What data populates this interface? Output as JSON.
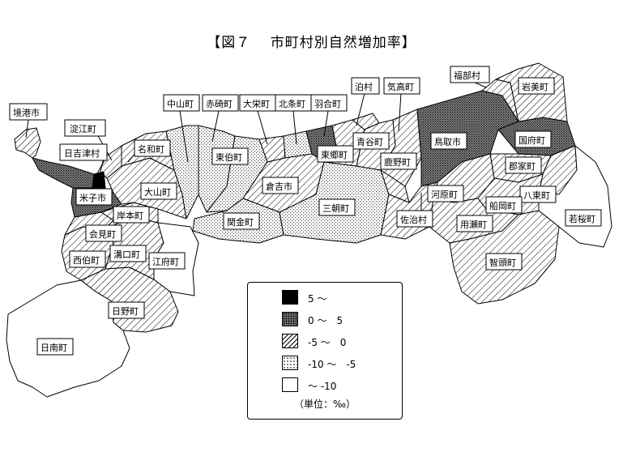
{
  "title": "【図７　 市町村別自然増加率】",
  "classes": [
    {
      "id": "c1",
      "label": "5 ～",
      "fill": "#000000"
    },
    {
      "id": "c2",
      "label": "0 ～　5",
      "fill": "dense-dots"
    },
    {
      "id": "c3",
      "label": "-5 ～　0",
      "fill": "hatch"
    },
    {
      "id": "c4",
      "label": "-10 ～　-5",
      "fill": "sparse-dots"
    },
    {
      "id": "c5",
      "label": "～ -10",
      "fill": "#ffffff"
    }
  ],
  "unit": "（単位：‰）",
  "municipalities": [
    {
      "id": "sakaiminato",
      "name": "境港市",
      "class": "c3"
    },
    {
      "id": "yodoe",
      "name": "淀江町",
      "class": "c3"
    },
    {
      "id": "hiezu",
      "name": "日吉津村",
      "class": "c1"
    },
    {
      "id": "yonago",
      "name": "米子市",
      "class": "c2"
    },
    {
      "id": "nawa",
      "name": "名和町",
      "class": "c3"
    },
    {
      "id": "daisen",
      "name": "大山町",
      "class": "c3"
    },
    {
      "id": "kishimoto",
      "name": "岸本町",
      "class": "c3"
    },
    {
      "id": "aimi",
      "name": "会見町",
      "class": "c3"
    },
    {
      "id": "saihaku",
      "name": "西伯町",
      "class": "c3"
    },
    {
      "id": "mizokuchi",
      "name": "溝口町",
      "class": "c3"
    },
    {
      "id": "kofu",
      "name": "江府町",
      "class": "c5"
    },
    {
      "id": "hino",
      "name": "日野町",
      "class": "c3"
    },
    {
      "id": "nichinan",
      "name": "日南町",
      "class": "c5"
    },
    {
      "id": "nakayama",
      "name": "中山町",
      "class": "c4"
    },
    {
      "id": "akasaki",
      "name": "赤碕町",
      "class": "c4"
    },
    {
      "id": "daiei",
      "name": "大栄町",
      "class": "c3"
    },
    {
      "id": "hojo",
      "name": "北条町",
      "class": "c4"
    },
    {
      "id": "hawai",
      "name": "羽合町",
      "class": "c2"
    },
    {
      "id": "tomari",
      "name": "泊村",
      "class": "c3"
    },
    {
      "id": "ketaka",
      "name": "気高町",
      "class": "c3"
    },
    {
      "id": "fukube",
      "name": "福部村",
      "class": "c3"
    },
    {
      "id": "iwami",
      "name": "岩美町",
      "class": "c3"
    },
    {
      "id": "tohaku",
      "name": "東伯町",
      "class": "c4"
    },
    {
      "id": "kurayoshi",
      "name": "倉吉市",
      "class": "c3"
    },
    {
      "id": "togo",
      "name": "東郷町",
      "class": "c3"
    },
    {
      "id": "aoya",
      "name": "青谷町",
      "class": "c3"
    },
    {
      "id": "tottori",
      "name": "鳥取市",
      "class": "c2"
    },
    {
      "id": "kokufu",
      "name": "国府町",
      "class": "c2"
    },
    {
      "id": "shikano",
      "name": "鹿野町",
      "class": "c3"
    },
    {
      "id": "sekigane",
      "name": "関金町",
      "class": "c4"
    },
    {
      "id": "misasa",
      "name": "三朝町",
      "class": "c4"
    },
    {
      "id": "kawahara",
      "name": "河原町",
      "class": "c3"
    },
    {
      "id": "kooge",
      "name": "郡家町",
      "class": "c3"
    },
    {
      "id": "hatto",
      "name": "八東町",
      "class": "c3"
    },
    {
      "id": "funaoka",
      "name": "船岡町",
      "class": "c3"
    },
    {
      "id": "saji",
      "name": "佐治村",
      "class": "c3"
    },
    {
      "id": "mochigase",
      "name": "用瀬町",
      "class": "c3"
    },
    {
      "id": "chizu",
      "name": "智頭町",
      "class": "c3"
    },
    {
      "id": "wakasa",
      "name": "若桜町",
      "class": "c5"
    }
  ]
}
